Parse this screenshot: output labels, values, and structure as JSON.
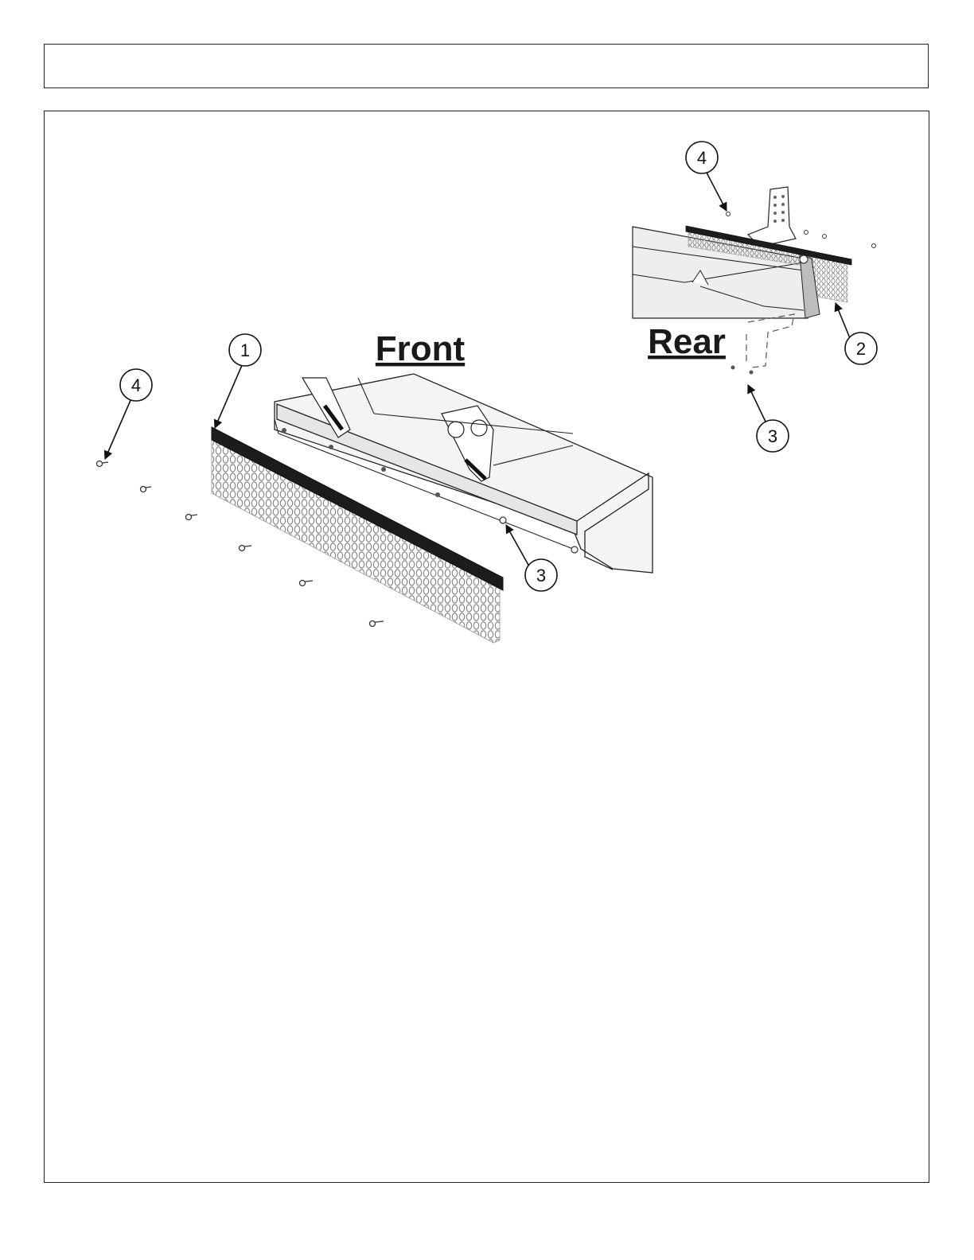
{
  "views": {
    "front_label": "Front",
    "rear_label": "Rear"
  },
  "callouts": {
    "front": [
      "1",
      "4",
      "3"
    ],
    "rear": [
      "4",
      "2",
      "3"
    ]
  },
  "colors": {
    "line": "#111111",
    "chain": "#9a9a9a",
    "deck_fill": "#f2f2f2",
    "dark_bar": "#1c1c1c"
  }
}
